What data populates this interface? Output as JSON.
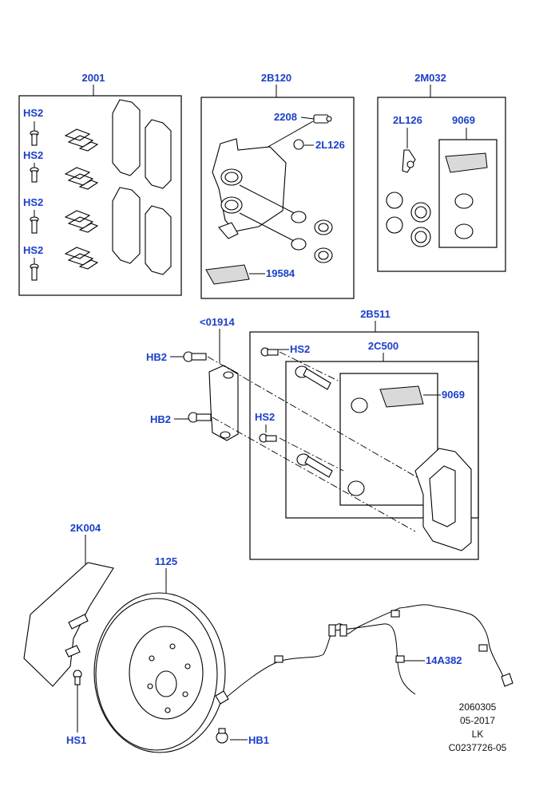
{
  "labels": {
    "l2001": "2001",
    "l2b120": "2B120",
    "l2m032": "2M032",
    "hs2_a": "HS2",
    "hs2_b": "HS2",
    "hs2_c": "HS2",
    "hs2_d": "HS2",
    "l2208": "2208",
    "l2l126_a": "2L126",
    "l2l126_b": "2L126",
    "l9069_a": "9069",
    "l19584": "19584",
    "l01914": "<01914",
    "l2b511": "2B511",
    "hb2_a": "HB2",
    "hb2_b": "HB2",
    "hs2_e": "HS2",
    "hs2_f": "HS2",
    "l2c500": "2C500",
    "l9069_b": "9069",
    "l2k004": "2K004",
    "l1125": "1125",
    "l14a382": "14A382",
    "hs1": "HS1",
    "hb1": "HB1"
  },
  "meta": {
    "line1": "2060305",
    "line2": "05-2017",
    "line3": "LK",
    "line4": "C0237726-05"
  }
}
